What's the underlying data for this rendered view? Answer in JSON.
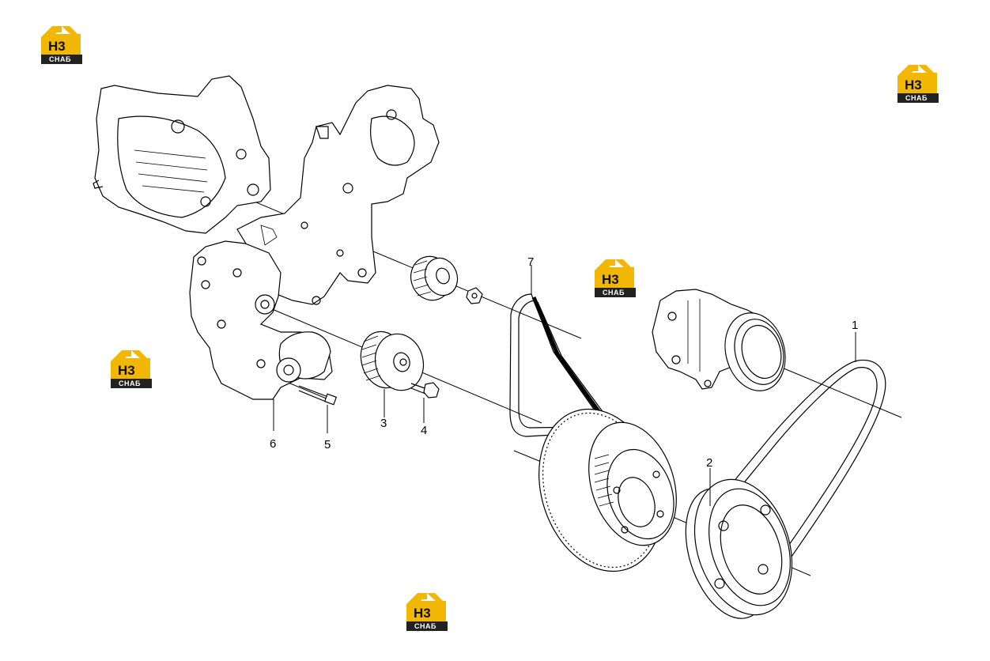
{
  "watermark": {
    "brand_main": "Н3",
    "brand_sub": "СНАБ",
    "colors": {
      "accent": "#f2b705",
      "dark": "#222222",
      "sub_text": "#ffffff"
    }
  },
  "callouts": {
    "c1": "1",
    "c2": "2",
    "c3": "3",
    "c4": "4",
    "c5": "5",
    "c6": "6",
    "c7": "7"
  },
  "colors": {
    "line": "#000000",
    "background": "#ffffff"
  }
}
